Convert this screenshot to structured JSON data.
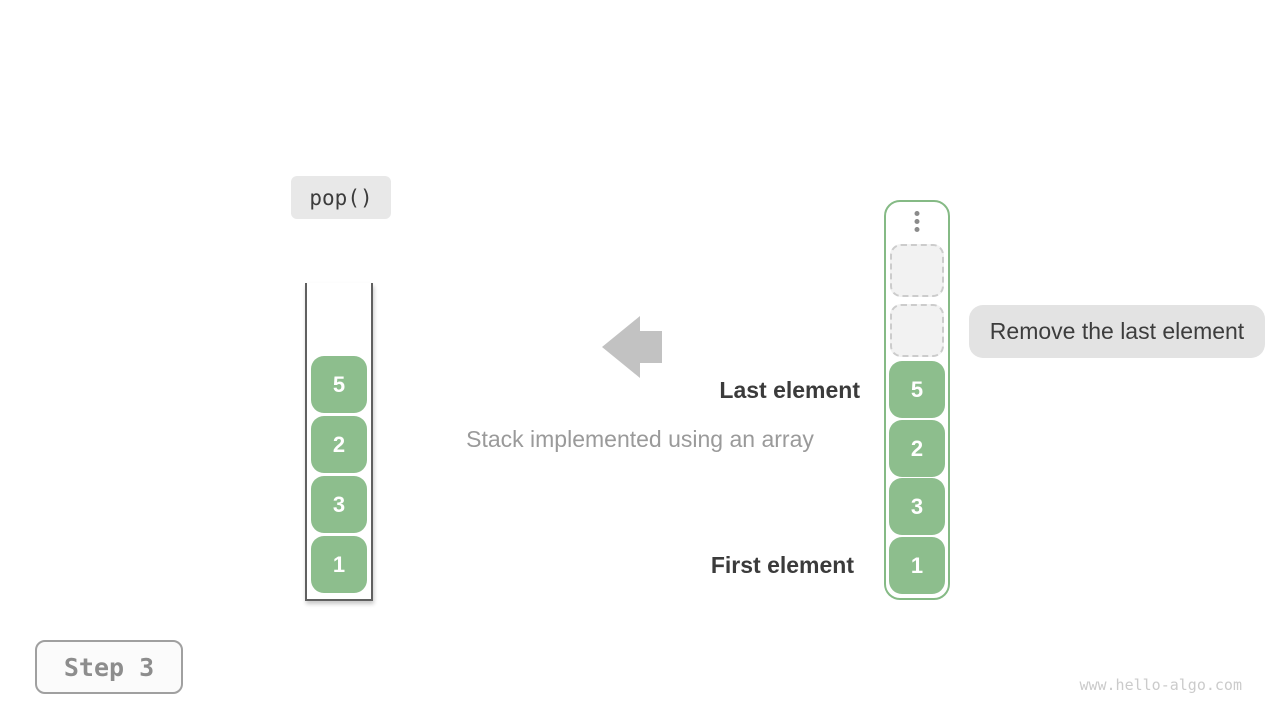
{
  "pop_label": "pop()",
  "caption": "Stack implemented using an array",
  "annotations": {
    "last_element": "Last element",
    "first_element": "First element",
    "remove_note": "Remove the last element"
  },
  "stack_view": {
    "values_top_to_bottom": [
      "5",
      "2",
      "3",
      "1"
    ]
  },
  "array_view": {
    "ellipsis_icon": "vertical-ellipsis",
    "empty_slot_count": 2,
    "values_top_to_bottom": [
      "5",
      "2",
      "3",
      "1"
    ]
  },
  "arrow_icon": "left-arrow",
  "step_badge": "Step 3",
  "watermark": "www.hello-algo.com",
  "colors": {
    "block_green": "#8dbe8d",
    "array_border_green": "#85ba85",
    "note_bg": "#e3e3e3",
    "badge_border": "#a0a0a0",
    "arrow_gray": "#c2c2c2",
    "dark_text": "#3b3b3b",
    "muted_text": "#9a9a9a",
    "watermark_text": "#cbcbcb"
  }
}
